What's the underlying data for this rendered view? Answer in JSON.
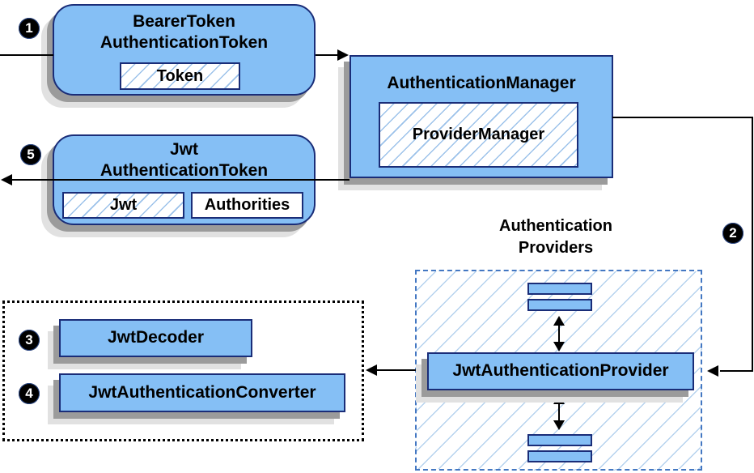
{
  "diagram": {
    "steps": {
      "s1": "1",
      "s2": "2",
      "s3": "3",
      "s4": "4",
      "s5": "5"
    },
    "bearer_token": {
      "title_line1": "BearerToken",
      "title_line2": "AuthenticationToken",
      "field": "Token"
    },
    "authentication_manager": {
      "title": "AuthenticationManager",
      "implementation": "ProviderManager"
    },
    "jwt_authentication_token": {
      "title_line1": "Jwt",
      "title_line2": "AuthenticationToken",
      "field1": "Jwt",
      "field2": "Authorities"
    },
    "providers_group": {
      "heading_line1": "Authentication",
      "heading_line2": "Providers"
    },
    "jwt_authentication_provider": {
      "label": "JwtAuthenticationProvider"
    },
    "jwt_decoder": {
      "label": "JwtDecoder"
    },
    "jwt_authentication_converter": {
      "label": "JwtAuthenticationConverter"
    },
    "colors": {
      "node_fill": "#85BFF5",
      "node_border": "#1A2D78",
      "hatch_line": "#9CC2EA",
      "group_hatch_line": "#B5D2EE",
      "group_dashed_border": "#4377C2",
      "group_dotted_border": "#000000",
      "connector": "#000000",
      "shadow_dark": "#9B9B9B",
      "shadow_light": "#E1E1E1"
    }
  }
}
